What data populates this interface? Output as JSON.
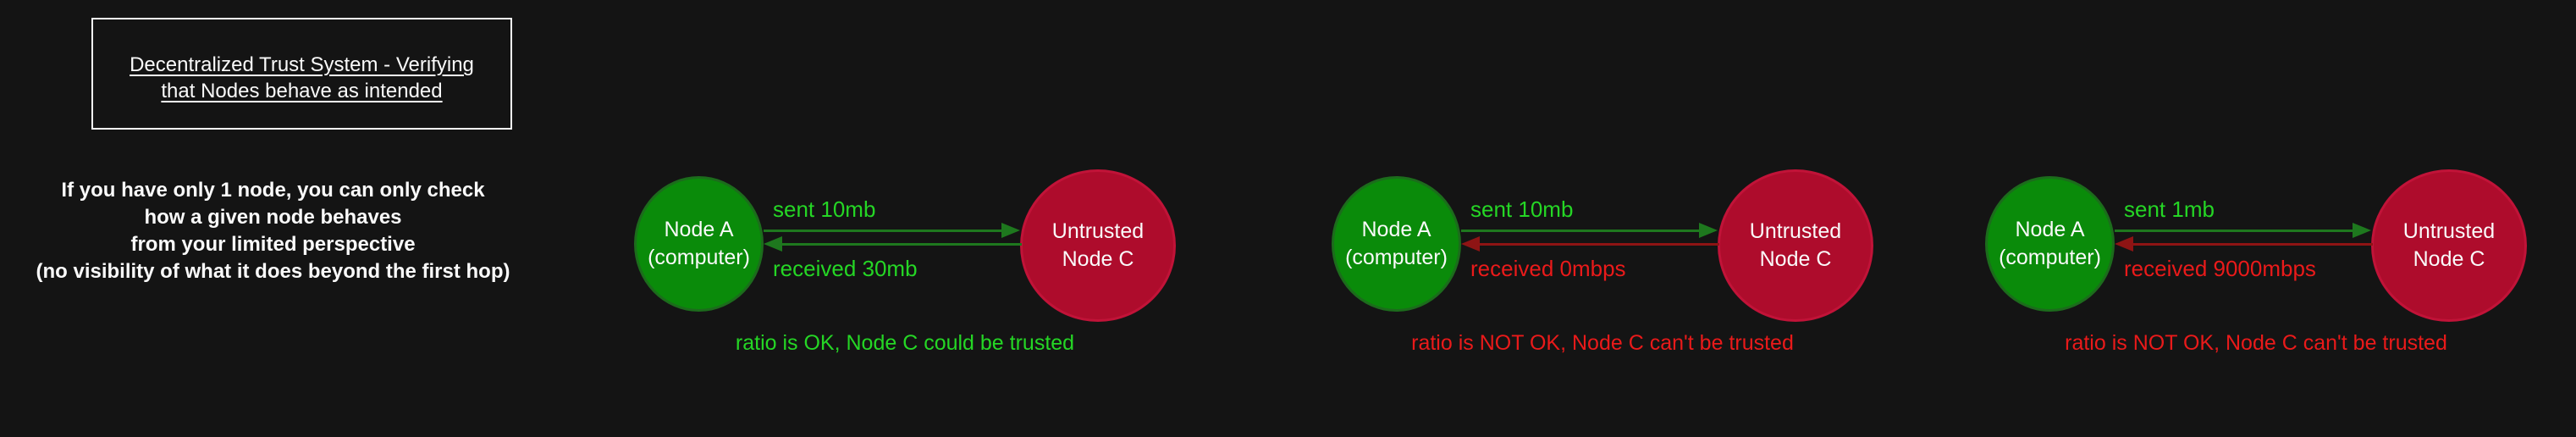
{
  "title_box": {
    "lines": [
      "Decentralized Trust System - Verifying",
      "that Nodes behave as intended"
    ]
  },
  "intro": {
    "lines": [
      "If you have only 1 node, you can only check",
      "how a given node behaves",
      "from your limited perspective",
      "(no visibility of what it does beyond the first hop)"
    ]
  },
  "pairs": [
    {
      "node_a": {
        "line1": "Node A",
        "line2": "(computer)"
      },
      "node_c": {
        "line1": "Untrusted",
        "line2": "Node C"
      },
      "sent_label": "sent 10mb",
      "sent_tone": "green",
      "received_label": "received 30mb",
      "received_tone": "green",
      "status": "ratio is OK, Node C could be trusted",
      "status_tone": "green"
    },
    {
      "node_a": {
        "line1": "Node A",
        "line2": "(computer)"
      },
      "node_c": {
        "line1": "Untrusted",
        "line2": "Node C"
      },
      "sent_label": "sent 10mb",
      "sent_tone": "green",
      "received_label": "received 0mbps",
      "received_tone": "red",
      "status": "ratio is NOT OK, Node C can't be trusted",
      "status_tone": "red"
    },
    {
      "node_a": {
        "line1": "Node A",
        "line2": "(computer)"
      },
      "node_c": {
        "line1": "Untrusted",
        "line2": "Node C"
      },
      "sent_label": "sent 1mb",
      "sent_tone": "green",
      "received_label": "received 9000mbps",
      "received_tone": "red",
      "status": "ratio is NOT OK, Node C can't be trusted",
      "status_tone": "red"
    }
  ],
  "colors": {
    "background": "#141414",
    "white_text": "#fafafa",
    "bright_green": "#25d625",
    "bright_red": "#ea1a1a",
    "dark_green_arrow": "#1e781e",
    "dark_red_arrow": "#8e1414",
    "green_node_fill": "#0a8b0a",
    "green_node_border": "#1c6c1c",
    "red_node_fill": "#ae0c2c",
    "red_node_border": "#c11338"
  }
}
